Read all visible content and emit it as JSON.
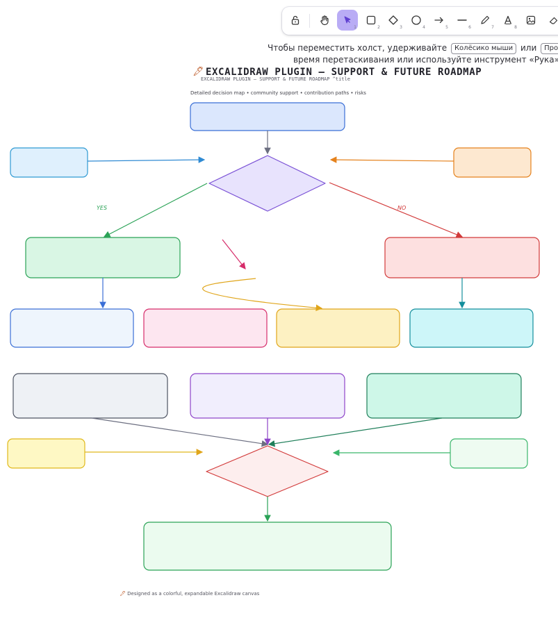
{
  "toolbar": {
    "tools": [
      {
        "name": "lock-icon",
        "num": ""
      },
      {
        "name": "hand-icon",
        "num": ""
      },
      {
        "name": "selection-icon",
        "num": "1",
        "active": true
      },
      {
        "name": "rectangle-icon",
        "num": "2"
      },
      {
        "name": "diamond-icon",
        "num": "3"
      },
      {
        "name": "ellipse-icon",
        "num": "4"
      },
      {
        "name": "arrow-icon",
        "num": "5"
      },
      {
        "name": "line-icon",
        "num": "6"
      },
      {
        "name": "pencil-icon",
        "num": "7"
      },
      {
        "name": "text-icon",
        "num": "8"
      },
      {
        "name": "image-icon",
        "num": ""
      },
      {
        "name": "eraser-icon",
        "num": ""
      }
    ],
    "active_color": "#b9acf5"
  },
  "hint": {
    "line1_before": "Чтобы переместить холст, удерживайте",
    "key1": "Колёсико мыши",
    "line1_mid": "или",
    "key2": "Проб",
    "line2": "время перетаскивания или используйте инструмент «Рука»"
  },
  "canvas": {
    "title": "EXCALIDRAW PLUGIN — SUPPORT & FUTURE ROADMAP",
    "title_ghost": "EXCALIDRAW PLUGIN — SUPPORT & FUTURE ROADMAP ^title",
    "tagline": "Detailed decision map • community support • contribution paths • risks",
    "footer": "Designed as a colorful, expandable Excalidraw canvas",
    "yes_label": "YES",
    "no_label": "NO"
  },
  "colors": {
    "blue_fill": "#dbe7fd",
    "blue_stroke": "#3b6fd6",
    "purple_fill": "#e8e3fd",
    "purple_stroke": "#7b52d6",
    "green_fill": "#d9f6e4",
    "green_stroke": "#2aa256",
    "red_fill": "#fde0e0",
    "red_stroke": "#d23a3a",
    "orange_fill": "#fde8d0",
    "orange_stroke": "#e5821d",
    "teal_stroke": "#138e9c",
    "yellow_stroke": "#e0a51a"
  }
}
